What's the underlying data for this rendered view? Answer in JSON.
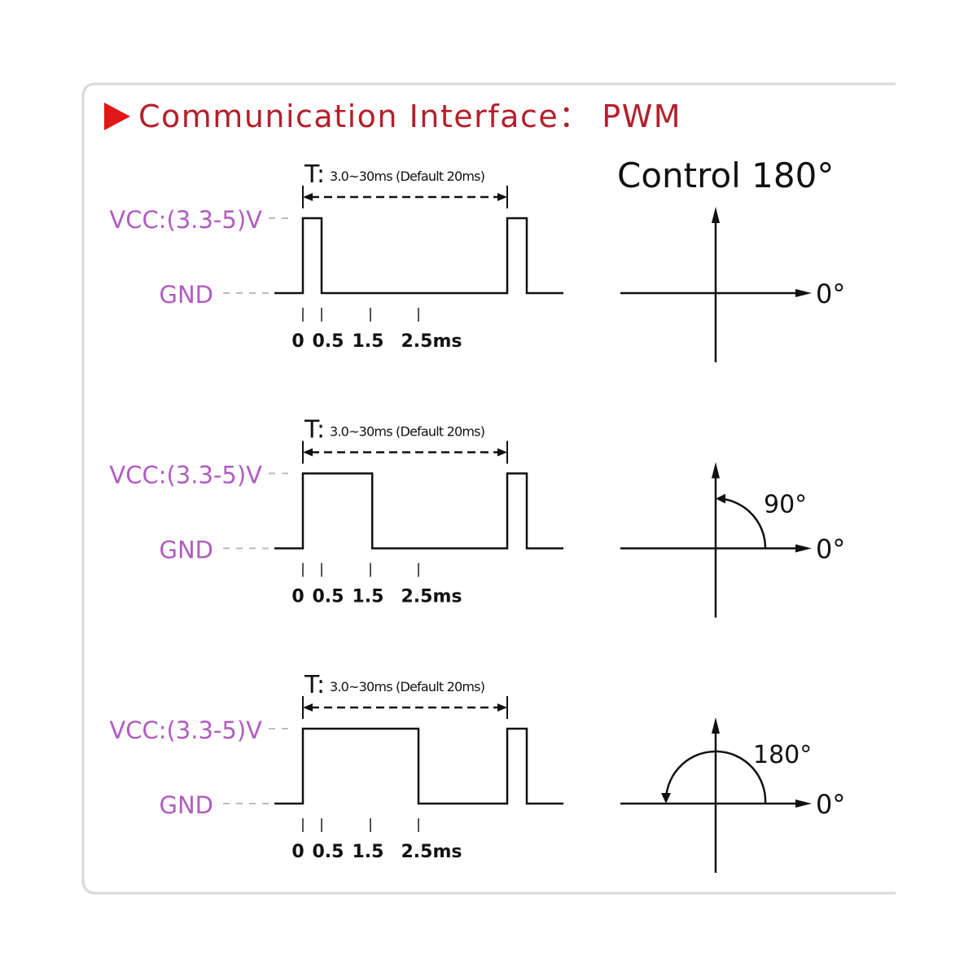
{
  "title": "Communication Interface： PWM",
  "control_label": "Control 180°",
  "colors": {
    "title": "#b3202c",
    "marker": "#e01818",
    "level_label": "#b05cc0",
    "line": "#111111",
    "panel_border": "#d8d8d8"
  },
  "rows": [
    {
      "period_label": "T:",
      "period_text": "3.0~30ms (Default 20ms)",
      "vcc_label": "VCC:(3.3-5)V",
      "gnd_label": "GND",
      "pulse_ms": 0.5,
      "ticks": [
        "0",
        "0.5",
        "1.5",
        "2.5ms"
      ],
      "angle_label": "0°",
      "rotation_deg": 0,
      "rotation_label": ""
    },
    {
      "period_label": "T:",
      "period_text": "3.0~30ms (Default 20ms)",
      "vcc_label": "VCC:(3.3-5)V",
      "gnd_label": "GND",
      "pulse_ms": 1.5,
      "ticks": [
        "0",
        "0.5",
        "1.5",
        "2.5ms"
      ],
      "angle_label": "0°",
      "rotation_deg": 90,
      "rotation_label": "90°"
    },
    {
      "period_label": "T:",
      "period_text": "3.0~30ms (Default 20ms)",
      "vcc_label": "VCC:(3.3-5)V",
      "gnd_label": "GND",
      "pulse_ms": 2.5,
      "ticks": [
        "0",
        "0.5",
        "1.5",
        "2.5ms"
      ],
      "angle_label": "0°",
      "rotation_deg": 180,
      "rotation_label": "180°"
    }
  ]
}
